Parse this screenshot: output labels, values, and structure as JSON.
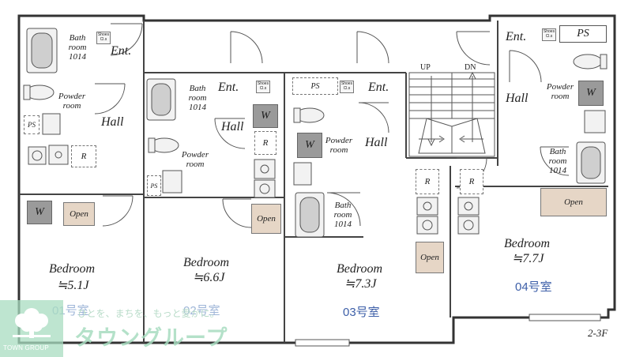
{
  "units": [
    {
      "room_no": "01号室",
      "bedroom": "Bedroom",
      "area": "≒5.1J",
      "bath": "Bath room 1014",
      "powder": "Powder room",
      "hall": "Hall",
      "ent": "Ent.",
      "shoes": "Shoes Cl.s",
      "ps": "PS",
      "w": "W",
      "r": "R",
      "open": "Open"
    },
    {
      "room_no": "02号室",
      "bedroom": "Bedroom",
      "area": "≒6.6J",
      "bath": "Bath room 1014",
      "powder": "Powder room",
      "hall": "Hall",
      "ent": "Ent.",
      "shoes": "Shoes Cl.s",
      "ps": "PS",
      "w": "W",
      "r": "R",
      "open": "Open"
    },
    {
      "room_no": "03号室",
      "bedroom": "Bedroom",
      "area": "≒7.3J",
      "bath": "Bath room 1014",
      "powder": "Powder room",
      "hall": "Hall",
      "ent": "Ent.",
      "shoes": "Shoes Cl.s",
      "ps": "PS",
      "w": "W",
      "r": "R",
      "open": "Open"
    },
    {
      "room_no": "04号室",
      "bedroom": "Bedroom",
      "area": "≒7.7J",
      "bath": "Bath room 1014",
      "powder": "Powder room",
      "hall": "Hall",
      "ent": "Ent.",
      "shoes": "Shoes Cl.s",
      "ps": "PS",
      "w": "W",
      "r": "R",
      "open": "Open"
    }
  ],
  "stairs": {
    "up": "UP",
    "dn": "DN"
  },
  "floor": "2-3F",
  "logo": {
    "slogan": "ひとを、まちを、もっと愛かに。",
    "wordmark": "タウングループ",
    "name": "TOWN GROUP"
  },
  "colors": {
    "highlight_unit": "#3d5fa8",
    "open_fill": "#e6d6c6",
    "logo_green": "#a8dcc0"
  }
}
